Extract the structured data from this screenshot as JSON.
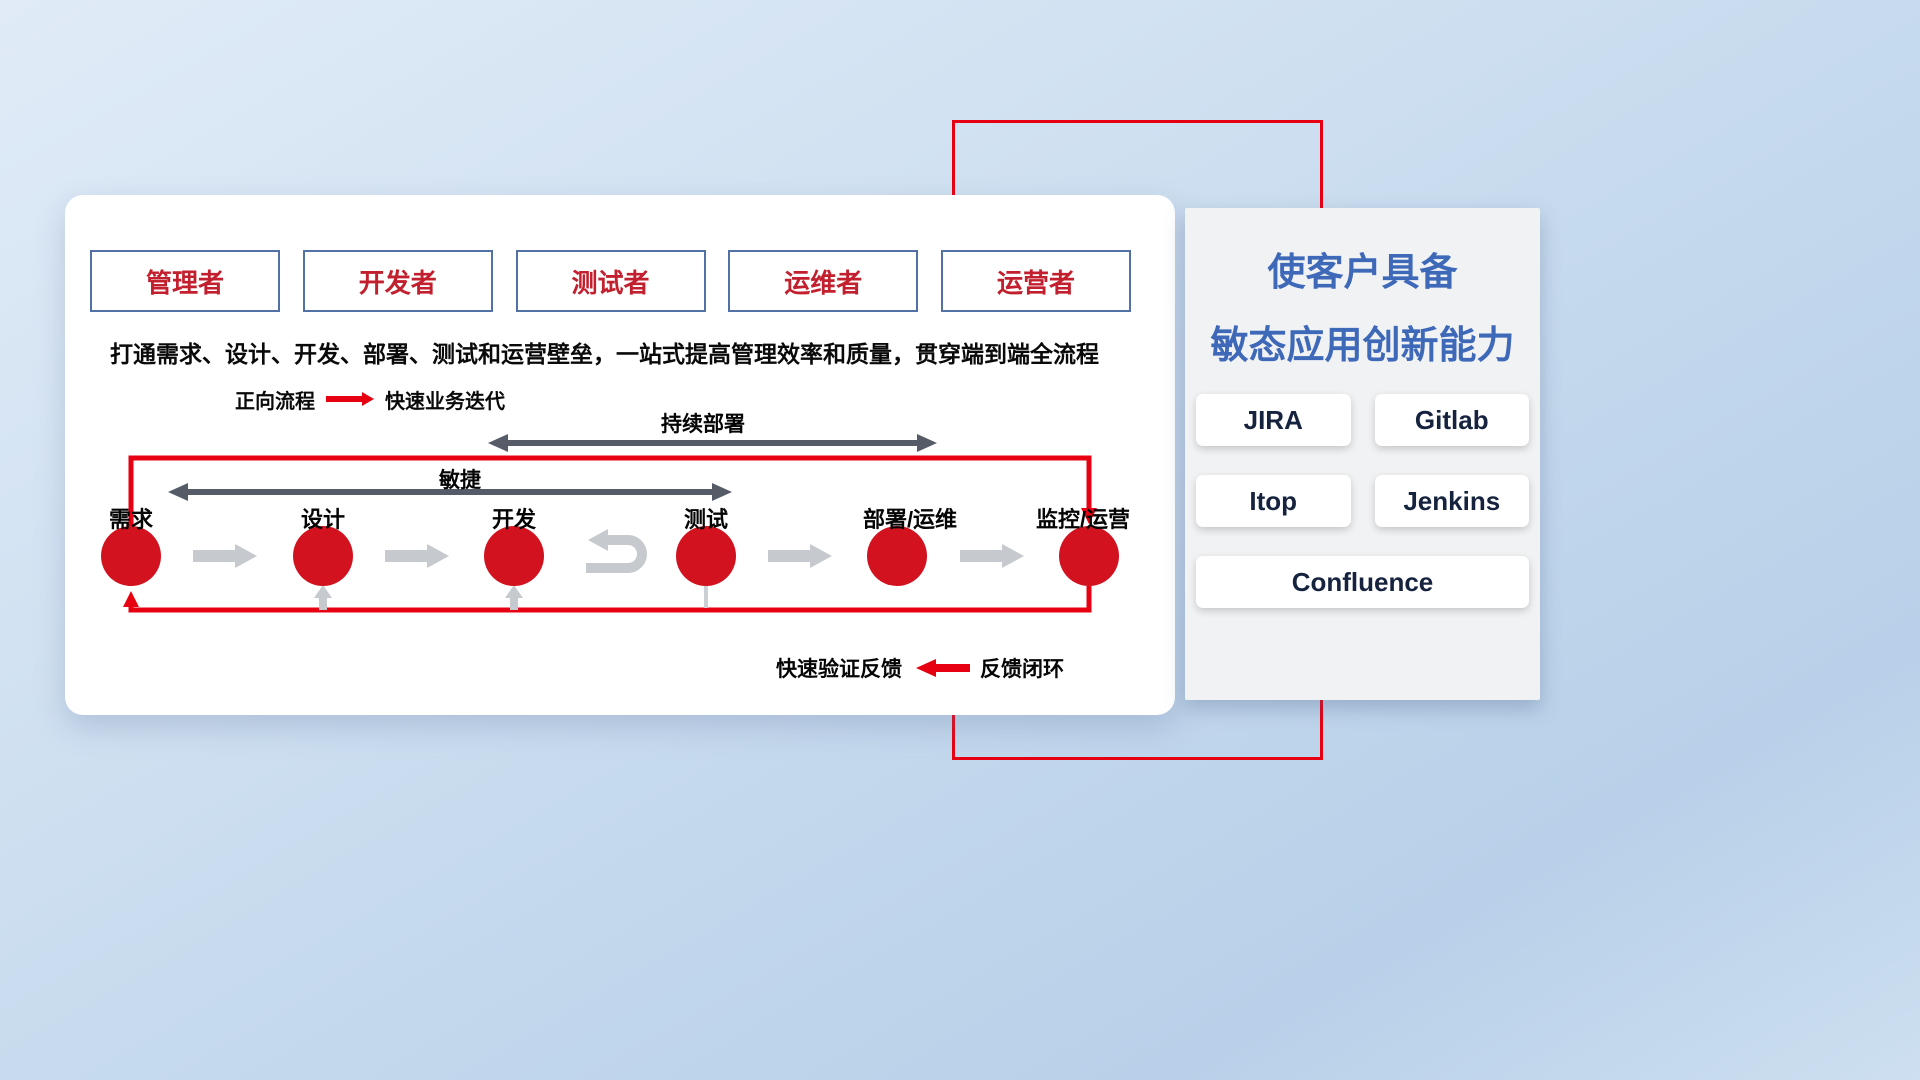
{
  "roles": [
    "管理者",
    "开发者",
    "测试者",
    "运维者",
    "运营者"
  ],
  "subtitle": "打通需求、设计、开发、部署、测试和运营壁垒，一站式提高管理效率和质量，贯穿端到端全流程",
  "forward_legend": {
    "label": "正向流程",
    "desc": "快速业务迭代"
  },
  "feedback_legend": {
    "desc": "快速验证反馈",
    "label": "反馈闭环"
  },
  "flow": {
    "agile": "敏捷",
    "continuous_deploy": "持续部署",
    "stages": [
      "需求",
      "设计",
      "开发",
      "测试",
      "部署/运维",
      "监控/运营"
    ]
  },
  "panel": {
    "title_line1": "使客户具备",
    "title_line2": "敏态应用创新能力",
    "tools": [
      "JIRA",
      "Gitlab",
      "Itop",
      "Jenkins",
      "Confluence"
    ]
  },
  "colors": {
    "red": "#e60012",
    "panel_title_blue": "#3e68b8",
    "role_text_red": "#c2202e",
    "tool_text_navy": "#16233f",
    "dark_arrow": "#555c68",
    "gray_arrow": "#c6c9cd"
  }
}
